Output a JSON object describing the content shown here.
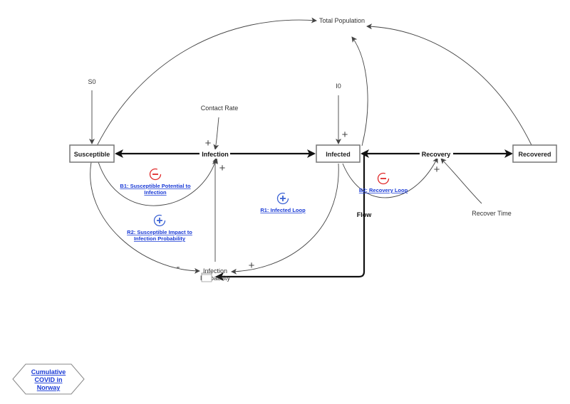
{
  "stocks": {
    "susceptible": "Susceptible",
    "infected": "Infected",
    "recovered": "Recovered"
  },
  "flows": {
    "infection": "Infection",
    "recovery": "Recovery",
    "flow": "Flow"
  },
  "variables": {
    "total_population": "Total Population",
    "s0": "S0",
    "i0": "I0",
    "contact_rate": "Contact Rate",
    "recover_time": "Recover Time",
    "infection_probability_line1": "Infection",
    "infection_probability_line2": "Probability"
  },
  "loops": {
    "b1": {
      "label_line1": "B1: Susceptible Potential to",
      "label_line2": "Infection",
      "type": "balancing",
      "color": "#e02a2a"
    },
    "b2": {
      "label": "B2: Recovery Loop",
      "type": "balancing",
      "color": "#e02a2a"
    },
    "r1": {
      "label": "R1: Infected Loop",
      "type": "reinforcing",
      "color": "#3b62d4"
    },
    "r2": {
      "label_line1": "R2: Susceptible Impact to",
      "label_line2": "Infection Probability",
      "type": "reinforcing",
      "color": "#3b62d4"
    }
  },
  "polarities": {
    "contact_to_infection": "+",
    "prob_to_infection": "+",
    "infected_to_infection": "+",
    "infected_to_prob": "+",
    "susceptible_to_prob": "-",
    "recovery_time_to_recovery": "+"
  },
  "link_button": {
    "line1": "Cumulative",
    "line2": "COVID in",
    "line3": "Norway"
  },
  "colors": {
    "link_blue": "#1a3bd6",
    "balancing": "#e02a2a",
    "reinforcing": "#3b62d4"
  }
}
